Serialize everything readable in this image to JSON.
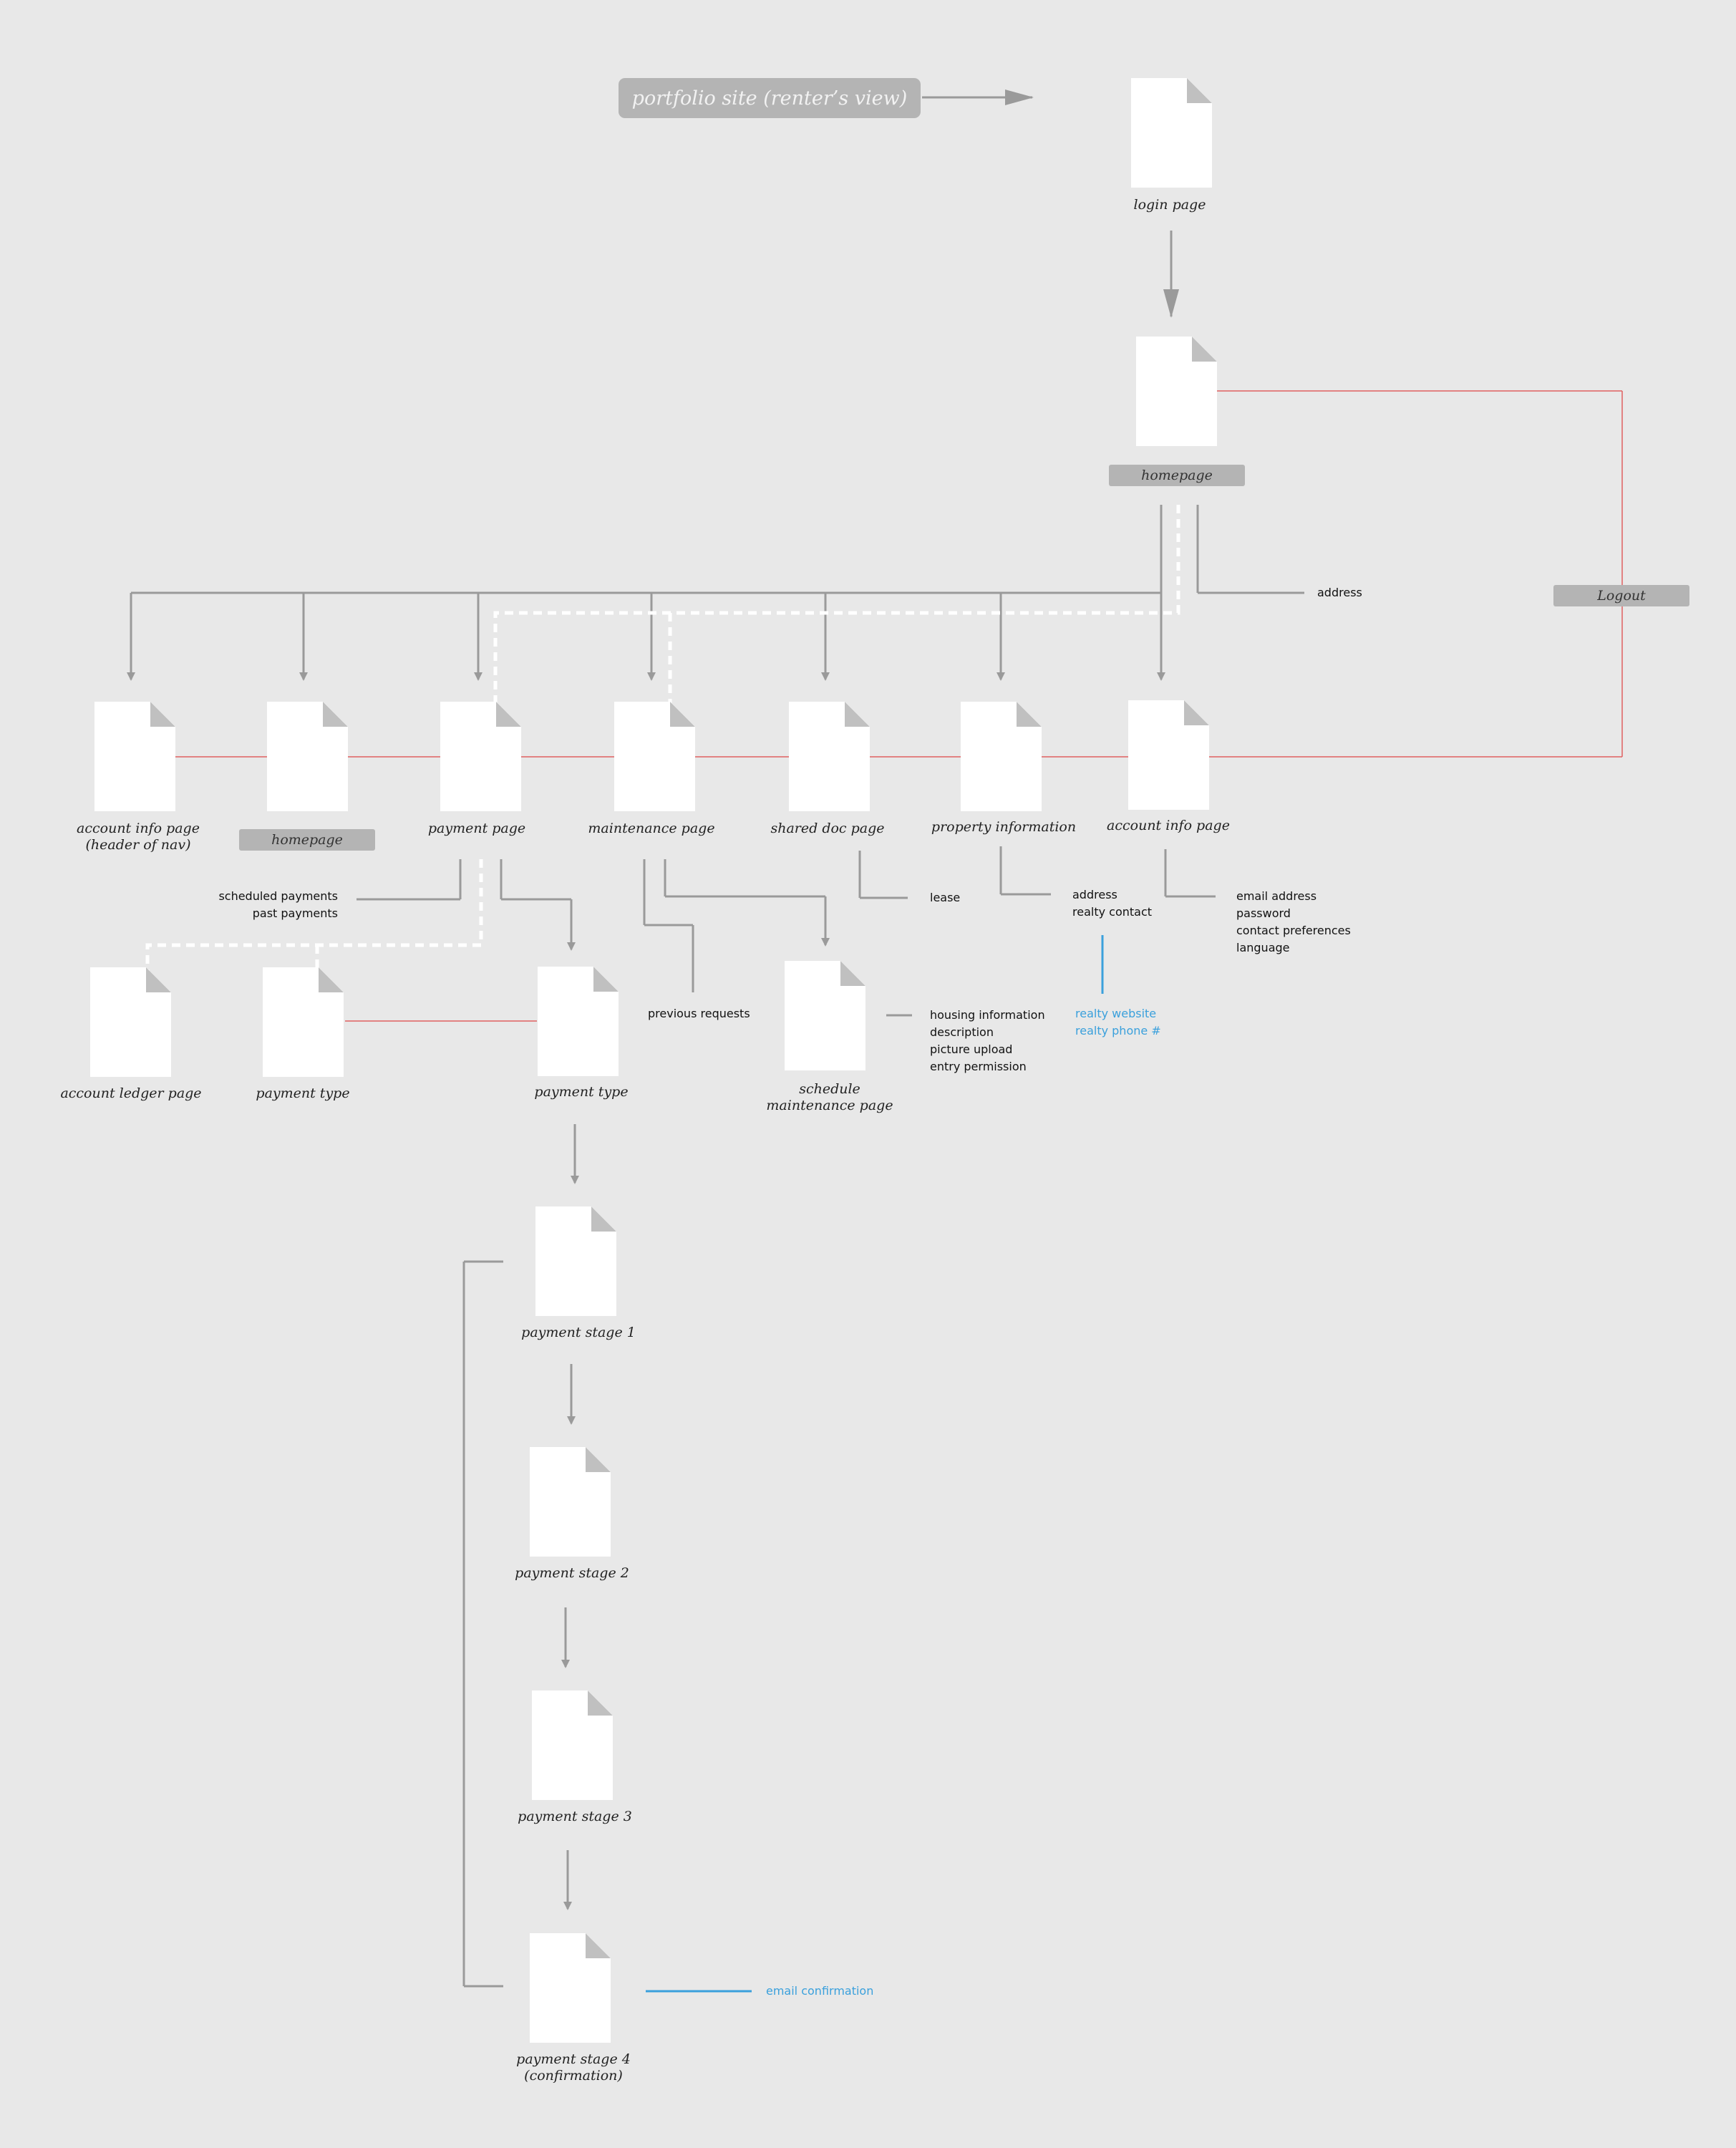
{
  "title": "portfolio site (renter’s view)",
  "colors": {
    "background": "#e8e8e8",
    "line": "#9a9a9a",
    "red_line": "#e06060",
    "blue": "#3aa0dc",
    "pill": "#b4b4b4"
  },
  "pages": {
    "login": "login page",
    "homepage_top": "homepage",
    "account_info_nav_1": "account info page",
    "account_info_nav_2": "(header of nav)",
    "homepage_nav": "homepage",
    "payment": "payment page",
    "maintenance": "maintenance page",
    "shared_doc": "shared doc page",
    "property_info": "property information",
    "account_info": "account info page",
    "account_ledger": "account ledger page",
    "payment_type_left": "payment type",
    "payment_type_right": "payment type",
    "schedule_maintenance_1": "schedule",
    "schedule_maintenance_2": "maintenance page",
    "payment_stage_1": "payment stage 1",
    "payment_stage_2": "payment stage 2",
    "payment_stage_3": "payment stage 3",
    "payment_stage_4_1": "payment stage 4",
    "payment_stage_4_2": "(confirmation)"
  },
  "logout": "Logout",
  "notes": {
    "home_address": "address",
    "payment_lists": [
      "scheduled payments",
      "past payments"
    ],
    "previous_requests": "previous requests",
    "lease": "lease",
    "property_fields": [
      "address",
      "realty contact"
    ],
    "realty_links": [
      "realty website",
      "realty phone #"
    ],
    "account_fields": [
      "email address",
      "password",
      "contact preferences",
      "language"
    ],
    "schedule_fields": [
      "housing information",
      "description",
      "picture upload",
      "entry permission"
    ],
    "email_confirmation": "email confirmation"
  }
}
